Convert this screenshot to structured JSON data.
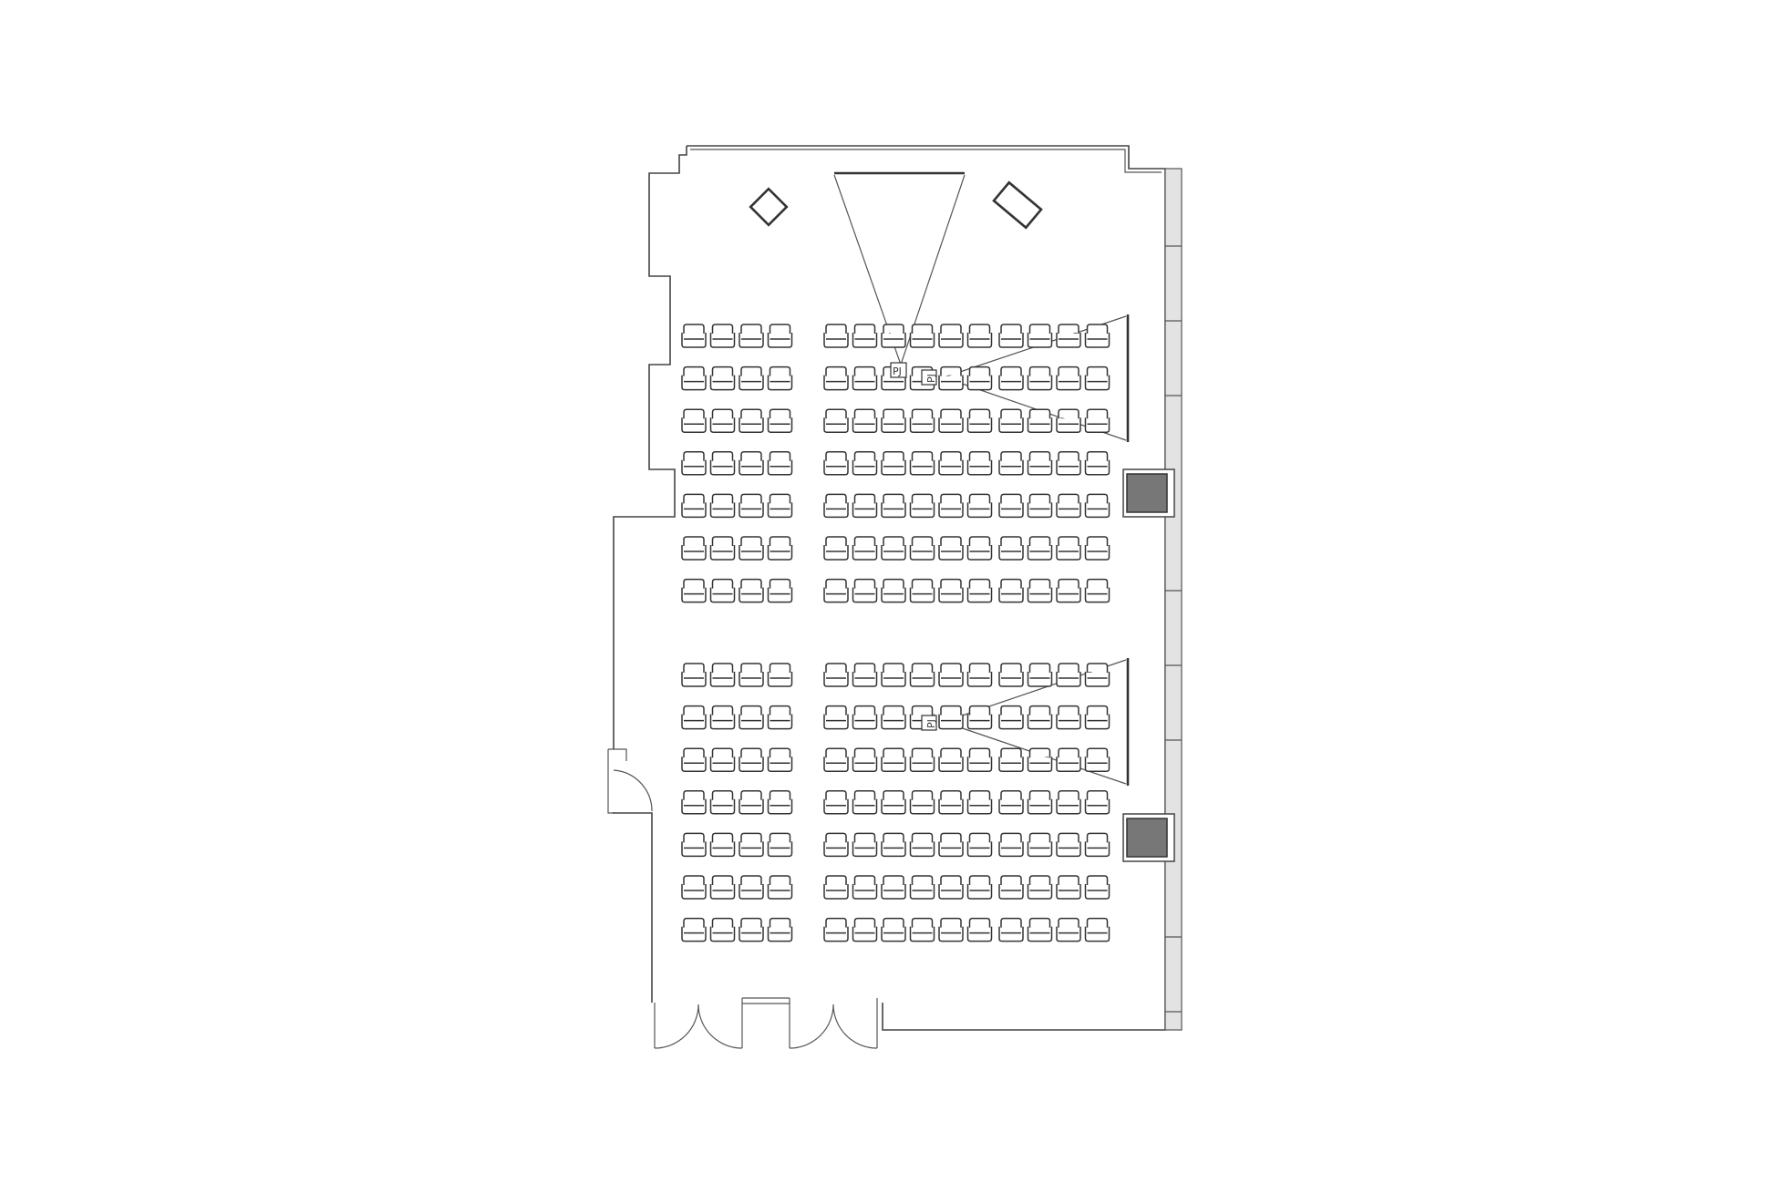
{
  "diagram": {
    "type": "floor-plan",
    "labels": {
      "projector": "PJ"
    },
    "seating": {
      "blocks": 2,
      "rows_per_block": 7,
      "seats_per_row": [
        4,
        6,
        4
      ]
    }
  }
}
